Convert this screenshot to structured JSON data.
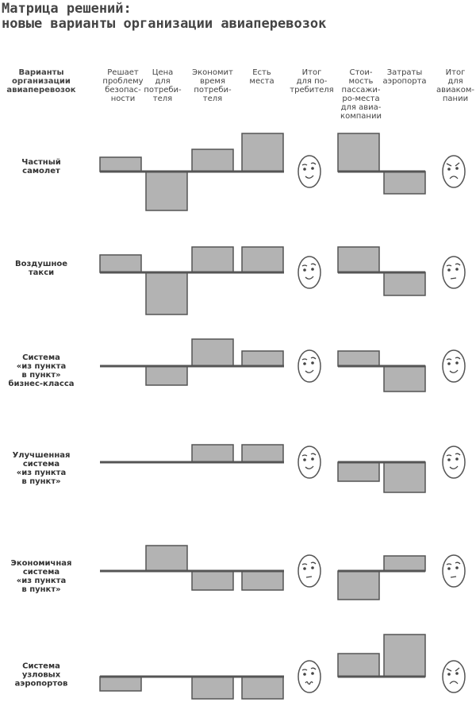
{
  "title": "Матрица решений:\nновые варианты организации авиаперевозок",
  "headers": [
    "Варианты\nорганизации\nавиаперевозок",
    "Решает\nпроблему\nбезопас-\nности",
    "Цена\nдля\nпотреби-\nтеля",
    "Экономит\nвремя\nпотреби-\nтеля",
    "Есть\nместа",
    "Итог\nдля по-\nтребителя",
    "Стои-\nмость\nпассажи-\nро-места\nдля авиа-\nкомпании",
    "Затраты\nаэропорта",
    "Итог\nдля\nавиаком-\nпании"
  ],
  "colors": {
    "bar": "#b3b3b3",
    "edge": "#555555",
    "line": "#555555"
  },
  "chart_data": {
    "type": "bar",
    "consumer_criteria": [
      "Решает проблему безопасности",
      "Цена для потребителя",
      "Экономит время потребителя",
      "Есть места"
    ],
    "airline_criteria": [
      "Стоимость пассажиро-места для авиакомпании",
      "Затраты аэропорта"
    ],
    "rows": [
      {
        "label": "Частный\nсамолет",
        "consumer": [
          18,
          -49,
          28,
          48
        ],
        "consumer_face": "happy",
        "airline": [
          48,
          -28
        ],
        "airline_face": "angry"
      },
      {
        "label": "Воздушное\nтакси",
        "consumer": [
          22,
          -53,
          32,
          32
        ],
        "consumer_face": "happy",
        "airline": [
          32,
          -29
        ],
        "airline_face": "neutral"
      },
      {
        "label": "Система\n«из пункта\nв пункт»\nбизнес-класса",
        "consumer": [
          0,
          -24,
          34,
          19
        ],
        "consumer_face": "happy",
        "airline": [
          19,
          -32
        ],
        "airline_face": "happy"
      },
      {
        "label": "Улучшенная\nсистема\n«из пункта\nв пункт»",
        "consumer": [
          0,
          0,
          22,
          22
        ],
        "consumer_face": "happy",
        "airline": [
          -24,
          -38
        ],
        "airline_face": "happy"
      },
      {
        "label": "Экономичная\nсистема\n«из пункта\nв пункт»",
        "consumer": [
          0,
          32,
          -24,
          -24
        ],
        "consumer_face": "neutral",
        "airline": [
          -36,
          19
        ],
        "airline_face": "neutral"
      },
      {
        "label": "Система\nузловых\nаэропортов",
        "consumer": [
          -18,
          0,
          -28,
          -28
        ],
        "consumer_face": "worried",
        "airline": [
          29,
          53
        ],
        "airline_face": "angry"
      }
    ]
  }
}
